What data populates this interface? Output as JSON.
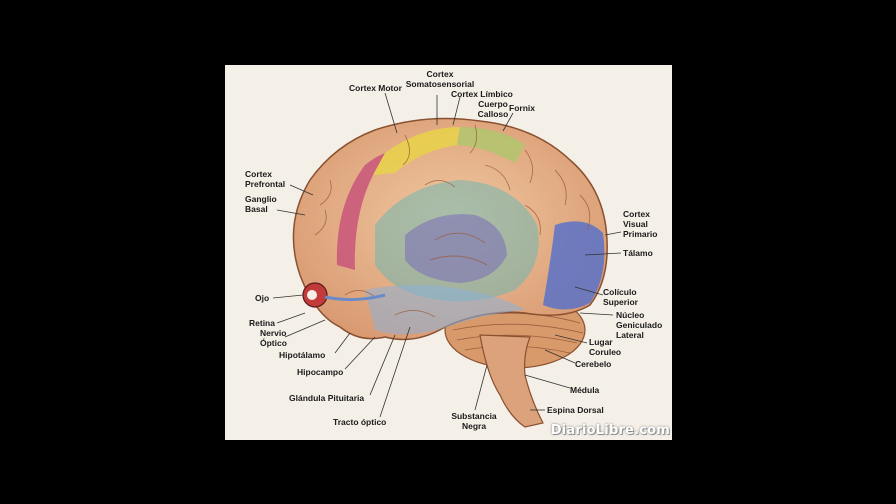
{
  "labels": {
    "cortex_somatosensorial": "Cortex\nSomatosensorial",
    "cortex_motor": "Cortex Motor",
    "cortex_limbico": "Cortex Límbico",
    "cuerpo_calloso": "Cuerpo\nCalloso",
    "fornix": "Fornix",
    "cortex_prefrontal": "Cortex\nPrefrontal",
    "ganglio_basal": "Ganglio\nBasal",
    "cortex_visual_primario": "Cortex\nVisual\nPrimario",
    "talamo": "Tálamo",
    "ojo": "Ojo",
    "coliculo_superior": "Colículo\nSuperior",
    "nucleo_geniculado_lateral": "Núcleo\nGeniculado\nLateral",
    "retina": "Retina",
    "nervio_optico": "Nervio\nÓptico",
    "hipotalamo": "Hipotálamo",
    "lugar_coruleo": "Lugar\nCoruleo",
    "cerebelo": "Cerebelo",
    "hipocampo": "Hipocampo",
    "medula": "Médula",
    "glandula_pituitaria": "Glándula Pituitaria",
    "espina_dorsal": "Espina Dorsal",
    "substancia_negra": "Substancia\nNegra",
    "tracto_optico": "Tracto óptico"
  },
  "watermark": "DiarioLibre.com",
  "colors": {
    "background": "#000000",
    "panel": "#f4efe7",
    "brain_tissue": "#e9b891",
    "prefrontal": "#c8557a",
    "motor": "#e9d24a",
    "somatosensory": "#a9c96a",
    "limbic": "#6fb6b0",
    "visual": "#5a72c8",
    "cerebellum": "#d89a6a"
  }
}
